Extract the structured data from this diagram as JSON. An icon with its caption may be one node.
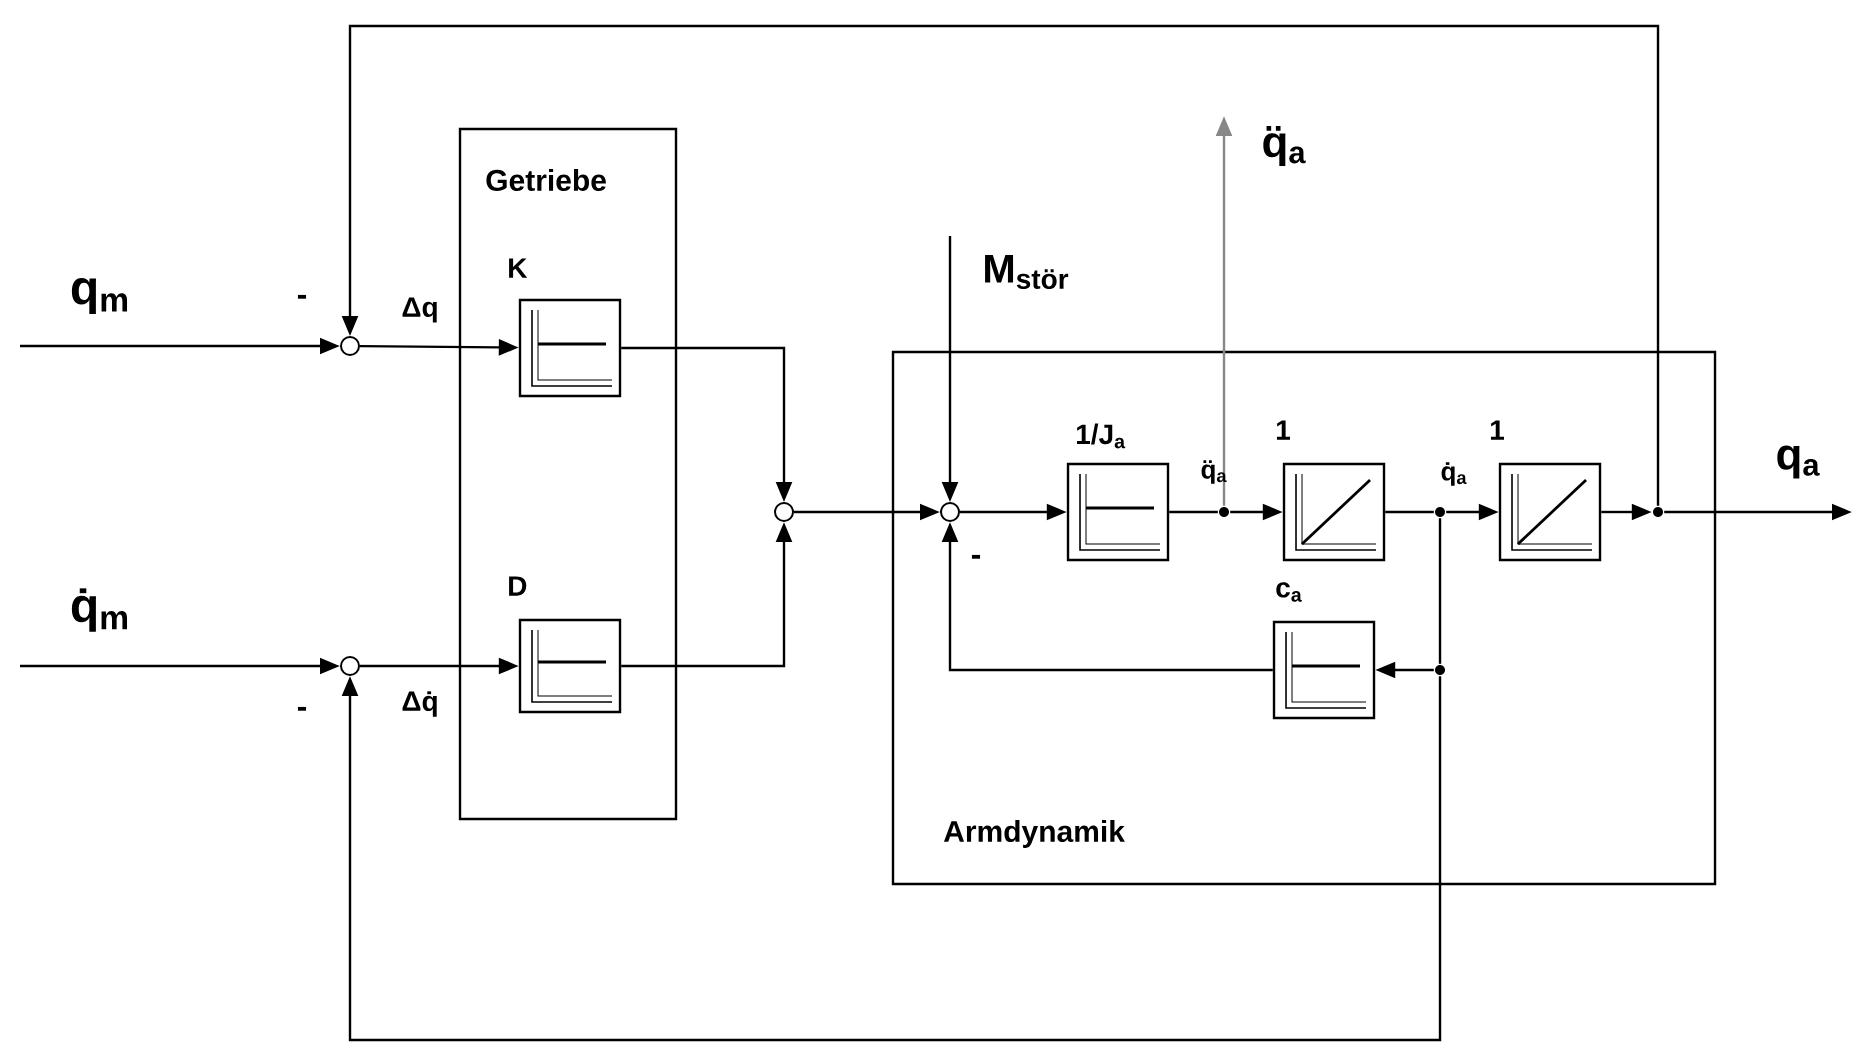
{
  "diagram": {
    "nodes": [
      {
        "text": [
          "Getriebe"
        ]
      },
      {
        "text": [
          "K"
        ],
        "in": 0
      },
      {
        "text": [
          "D"
        ],
        "in": 0
      },
      {
        "text": [
          "Armdynamik"
        ]
      },
      {
        "text": [
          "1/J$_{a}$"
        ],
        "in": 3
      },
      {
        "text": [
          "1"
        ],
        "in": 3
      },
      {
        "text": [
          "1"
        ],
        "in": 3
      },
      {
        "text": [
          "c$_{a}$"
        ],
        "in": 3
      },
      {
        "text": [],
        "shape": "circle"
      },
      {
        "text": [],
        "shape": "circle"
      },
      {
        "text": [],
        "shape": "circle"
      },
      {
        "text": [],
        "shape": "circle",
        "in": 3
      },
      {
        "text": [],
        "shape": "dot",
        "in": 3
      },
      {
        "text": [],
        "shape": "dot",
        "in": 3
      },
      {
        "text": [],
        "shape": "dot",
        "in": 3
      },
      {
        "text": [],
        "shape": "dot",
        "in": 3
      }
    ],
    "edges": [
      {
        "from": null,
        "to": 8,
        "arrow": "to",
        "label": "q$_{m}$"
      },
      {
        "from": 8,
        "to": 1,
        "arrow": "to",
        "label": "Δq"
      },
      {
        "from": null,
        "to": 9,
        "arrow": "to",
        "label": "q̇$_{m}$"
      },
      {
        "from": 9,
        "to": 2,
        "arrow": "to",
        "label": "Δq̇"
      },
      {
        "from": 1,
        "to": 10,
        "arrow": "to"
      },
      {
        "from": 2,
        "to": 10,
        "arrow": "to"
      },
      {
        "from": 10,
        "to": 11,
        "arrow": "to"
      },
      {
        "from": null,
        "to": 11,
        "arrow": "to",
        "label": "M$_{stör}$"
      },
      {
        "from": 11,
        "to": 4,
        "arrow": "to"
      },
      {
        "from": 4,
        "to": 12,
        "arrow": "none"
      },
      {
        "from": 12,
        "to": 5,
        "arrow": "to",
        "label": "q̈$_{a}$"
      },
      {
        "from": 12,
        "to": null,
        "arrow": "to",
        "label": "q̈$_{a}$",
        "color": "#888888"
      },
      {
        "from": 5,
        "to": 13,
        "arrow": "none"
      },
      {
        "from": 13,
        "to": 6,
        "arrow": "to",
        "label": "q̇$_{a}$"
      },
      {
        "from": 6,
        "to": 14,
        "arrow": "to"
      },
      {
        "from": 14,
        "to": null,
        "arrow": "to",
        "label": "q$_{a}$"
      },
      {
        "from": 14,
        "to": 8,
        "arrow": "to"
      },
      {
        "from": 13,
        "to": 15,
        "arrow": "none"
      },
      {
        "from": 15,
        "to": 7,
        "arrow": "to"
      },
      {
        "from": 7,
        "to": 11,
        "arrow": "to"
      },
      {
        "from": 15,
        "to": 9,
        "arrow": "to"
      }
    ],
    "labels": [
      "-",
      "-",
      "-"
    ]
  }
}
